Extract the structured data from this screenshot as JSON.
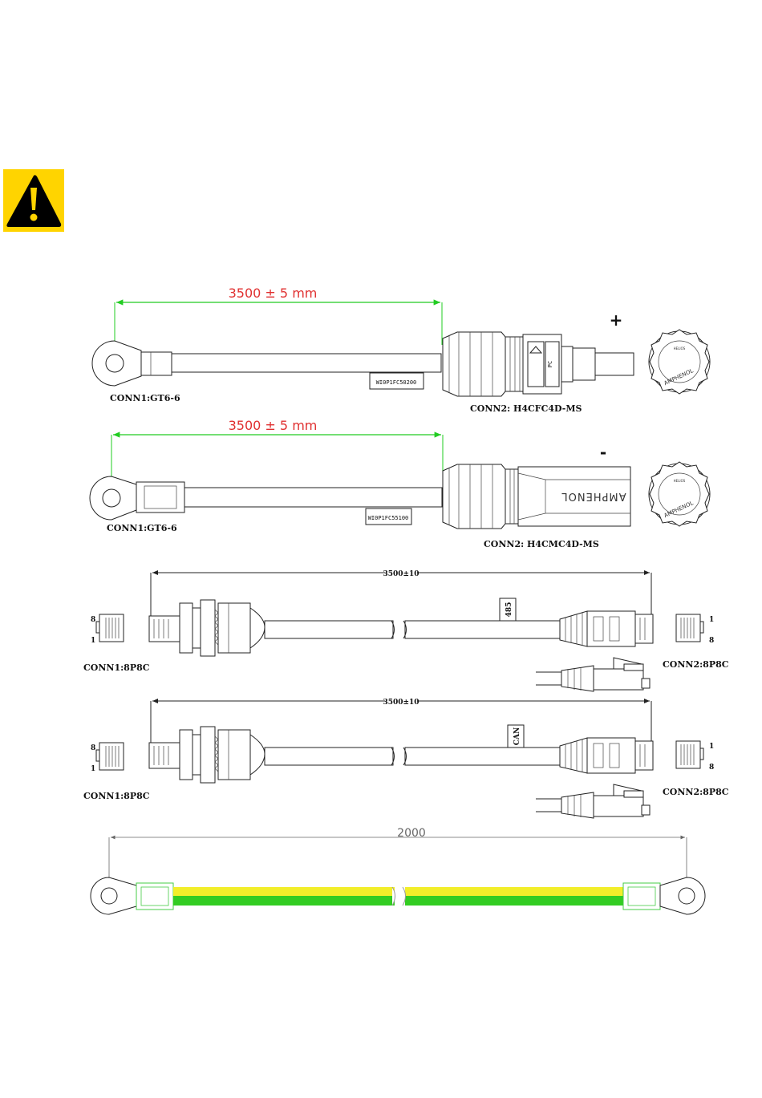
{
  "warning": {
    "icon": "warning-triangle-icon",
    "bg_color": "#ffd400"
  },
  "cable1": {
    "dimension": "3500 ± 5 mm",
    "conn1_label": "CONN1:GT6-6",
    "conn2_label": "CONN2: H4CFC4D-MS",
    "part_tag": "WI0P1FC50200",
    "polarity": "+",
    "connector_marks": {
      "pc": "PC",
      "brand_arc": "AMPHENOL",
      "small": "HELIOS"
    }
  },
  "cable2": {
    "dimension": "3500 ± 5 mm",
    "conn1_label": "CONN1:GT6-6",
    "conn2_label": "CONN2: H4CMC4D-MS",
    "part_tag": "WI0P1FC55100",
    "polarity": "-",
    "connector_marks": {
      "brand": "AMPHENOL",
      "brand_arc": "AMPHENOL",
      "small": "HELIOS"
    }
  },
  "cable3": {
    "dimension": "3500±10",
    "conn1_label": "CONN1:8P8C",
    "conn2_label": "CONN2:8P8C",
    "tag": "485",
    "left_pins": {
      "top": "8",
      "bottom": "1"
    },
    "right_pins": {
      "top": "1",
      "bottom": "8"
    }
  },
  "cable4": {
    "dimension": "3500±10",
    "conn1_label": "CONN1:8P8C",
    "conn2_label": "CONN2:8P8C",
    "tag": "CAN",
    "left_pins": {
      "top": "8",
      "bottom": "1"
    },
    "right_pins": {
      "top": "1",
      "bottom": "8"
    }
  },
  "cable5": {
    "dimension": "2000",
    "colors": {
      "yellow": "#f2ee2a",
      "green": "#33cc22"
    }
  },
  "colors": {
    "dim_green": "#22cc22",
    "dim_red": "#e03030",
    "line": "#222222"
  }
}
